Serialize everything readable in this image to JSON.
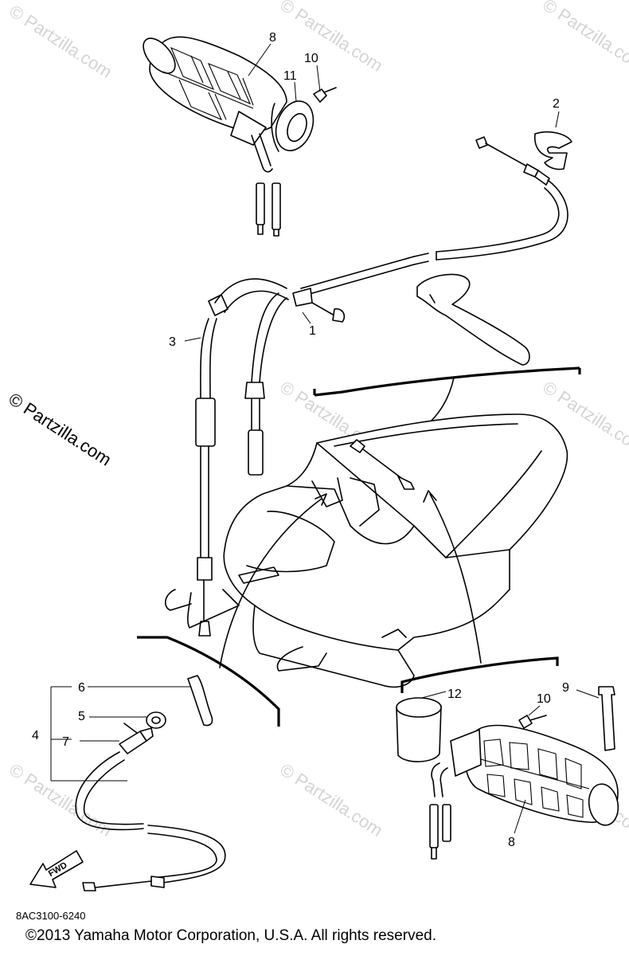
{
  "watermark": "© Partzilla.com",
  "side_watermark": "© Partzilla.com",
  "fwd_label": "FWD",
  "diagram_code": "8AC3100-6240",
  "copyright": "©2013  Yamaha Motor Corporation, U.S.A. All rights reserved.",
  "callouts": {
    "c1": "1",
    "c2": "2",
    "c3": "3",
    "c4": "4",
    "c5": "5",
    "c6": "6",
    "c7": "7",
    "c8_top": "8",
    "c8_bottom": "8",
    "c9": "9",
    "c10_top": "10",
    "c10_bottom": "10",
    "c11": "11",
    "c12": "12"
  }
}
